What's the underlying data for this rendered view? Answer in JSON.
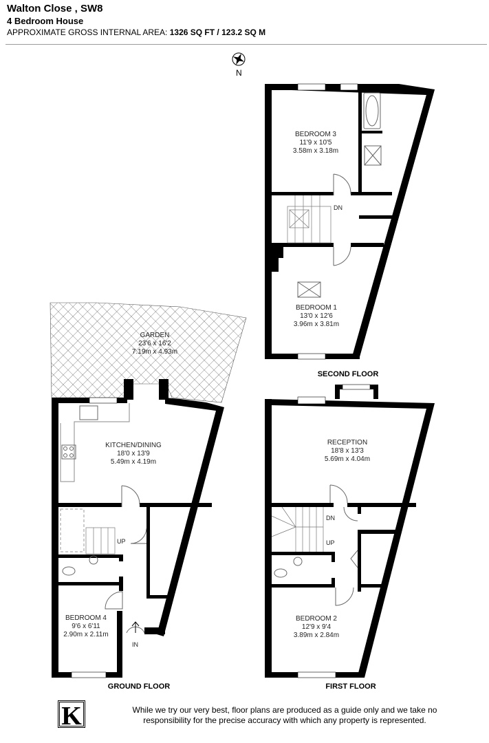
{
  "header": {
    "title": "Walton Close , SW8",
    "subtitle": "4 Bedroom House",
    "area_label": "APPROXIMATE GROSS INTERNAL AREA:",
    "area_value": "1326 SQ FT / 123.2 SQ M"
  },
  "compass": {
    "label": "N"
  },
  "floors": {
    "second": {
      "name": "SECOND FLOOR",
      "rooms": [
        {
          "name": "BEDROOM 3",
          "imperial": "11'9 x 10'5",
          "metric": "3.58m x 3.18m"
        },
        {
          "name": "BEDROOM 1",
          "imperial": "13'0 x 12'6",
          "metric": "3.96m x 3.81m"
        }
      ],
      "stairs": {
        "dn": "DN"
      }
    },
    "first": {
      "name": "FIRST FLOOR",
      "rooms": [
        {
          "name": "RECEPTION",
          "imperial": "18'8 x 13'3",
          "metric": "5.69m x 4.04m"
        },
        {
          "name": "BEDROOM 2",
          "imperial": "12'9 x 9'4",
          "metric": "3.89m x 2.84m"
        }
      ],
      "stairs": {
        "dn": "DN",
        "up": "UP"
      }
    },
    "ground": {
      "name": "GROUND FLOOR",
      "rooms": [
        {
          "name": "GARDEN",
          "imperial": "23'6 x 16'2",
          "metric": "7.19m x 4.93m"
        },
        {
          "name": "KITCHEN/DINING",
          "imperial": "18'0 x 13'9",
          "metric": "5.49m x 4.19m"
        },
        {
          "name": "BEDROOM 4",
          "imperial": "9'6 x 6'11",
          "metric": "2.90m x 2.11m"
        }
      ],
      "stairs": {
        "up": "UP"
      },
      "entrance": "IN"
    }
  },
  "footer": {
    "logo": "K",
    "disclaimer_line1": "While we try our very best, floor plans are produced as a guide only and we take no",
    "disclaimer_line2": "responsibility for the precise accuracy with which any property is represented."
  },
  "colors": {
    "walls": "#000000",
    "fixtures": "#888888",
    "rule": "#999999"
  }
}
